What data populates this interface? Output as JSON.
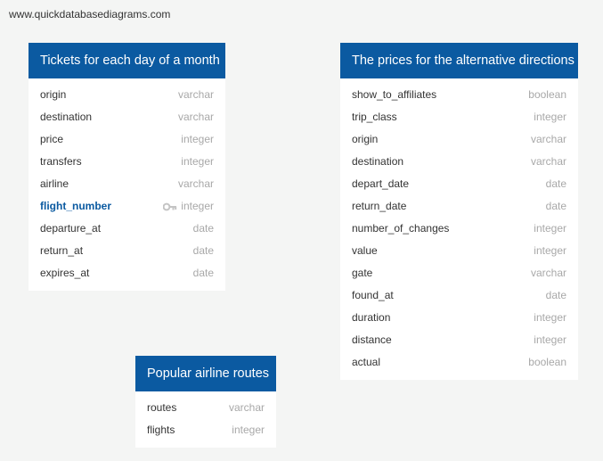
{
  "site": {
    "url": "www.quickdatabasediagrams.com"
  },
  "colors": {
    "header_bg": "#0b5aa1",
    "header_text": "#ffffff",
    "field_text": "#333333",
    "type_text": "#a8a8a8",
    "background": "#f4f5f4"
  },
  "entities": [
    {
      "title": "Tickets for each day of a month",
      "fields": [
        {
          "name": "origin",
          "type": "varchar"
        },
        {
          "name": "destination",
          "type": "varchar"
        },
        {
          "name": "price",
          "type": "integer"
        },
        {
          "name": "transfers",
          "type": "integer"
        },
        {
          "name": "airline",
          "type": "varchar"
        },
        {
          "name": "flight_number",
          "type": "integer",
          "primary_key": true,
          "icon": "key-icon"
        },
        {
          "name": "departure_at",
          "type": "date"
        },
        {
          "name": "return_at",
          "type": "date"
        },
        {
          "name": "expires_at",
          "type": "date"
        }
      ]
    },
    {
      "title": "The prices for the alternative directions",
      "fields": [
        {
          "name": "show_to_affiliates",
          "type": "boolean"
        },
        {
          "name": "trip_class",
          "type": "integer"
        },
        {
          "name": "origin",
          "type": "varchar"
        },
        {
          "name": "destination",
          "type": "varchar"
        },
        {
          "name": "depart_date",
          "type": "date"
        },
        {
          "name": "return_date",
          "type": "date"
        },
        {
          "name": "number_of_changes",
          "type": "integer"
        },
        {
          "name": "value",
          "type": "integer"
        },
        {
          "name": "gate",
          "type": "varchar"
        },
        {
          "name": "found_at",
          "type": "date"
        },
        {
          "name": "duration",
          "type": "integer"
        },
        {
          "name": "distance",
          "type": "integer"
        },
        {
          "name": "actual",
          "type": "boolean"
        }
      ]
    },
    {
      "title": "Popular airline routes",
      "fields": [
        {
          "name": "routes",
          "type": "varchar"
        },
        {
          "name": "flights",
          "type": "integer"
        }
      ]
    }
  ]
}
